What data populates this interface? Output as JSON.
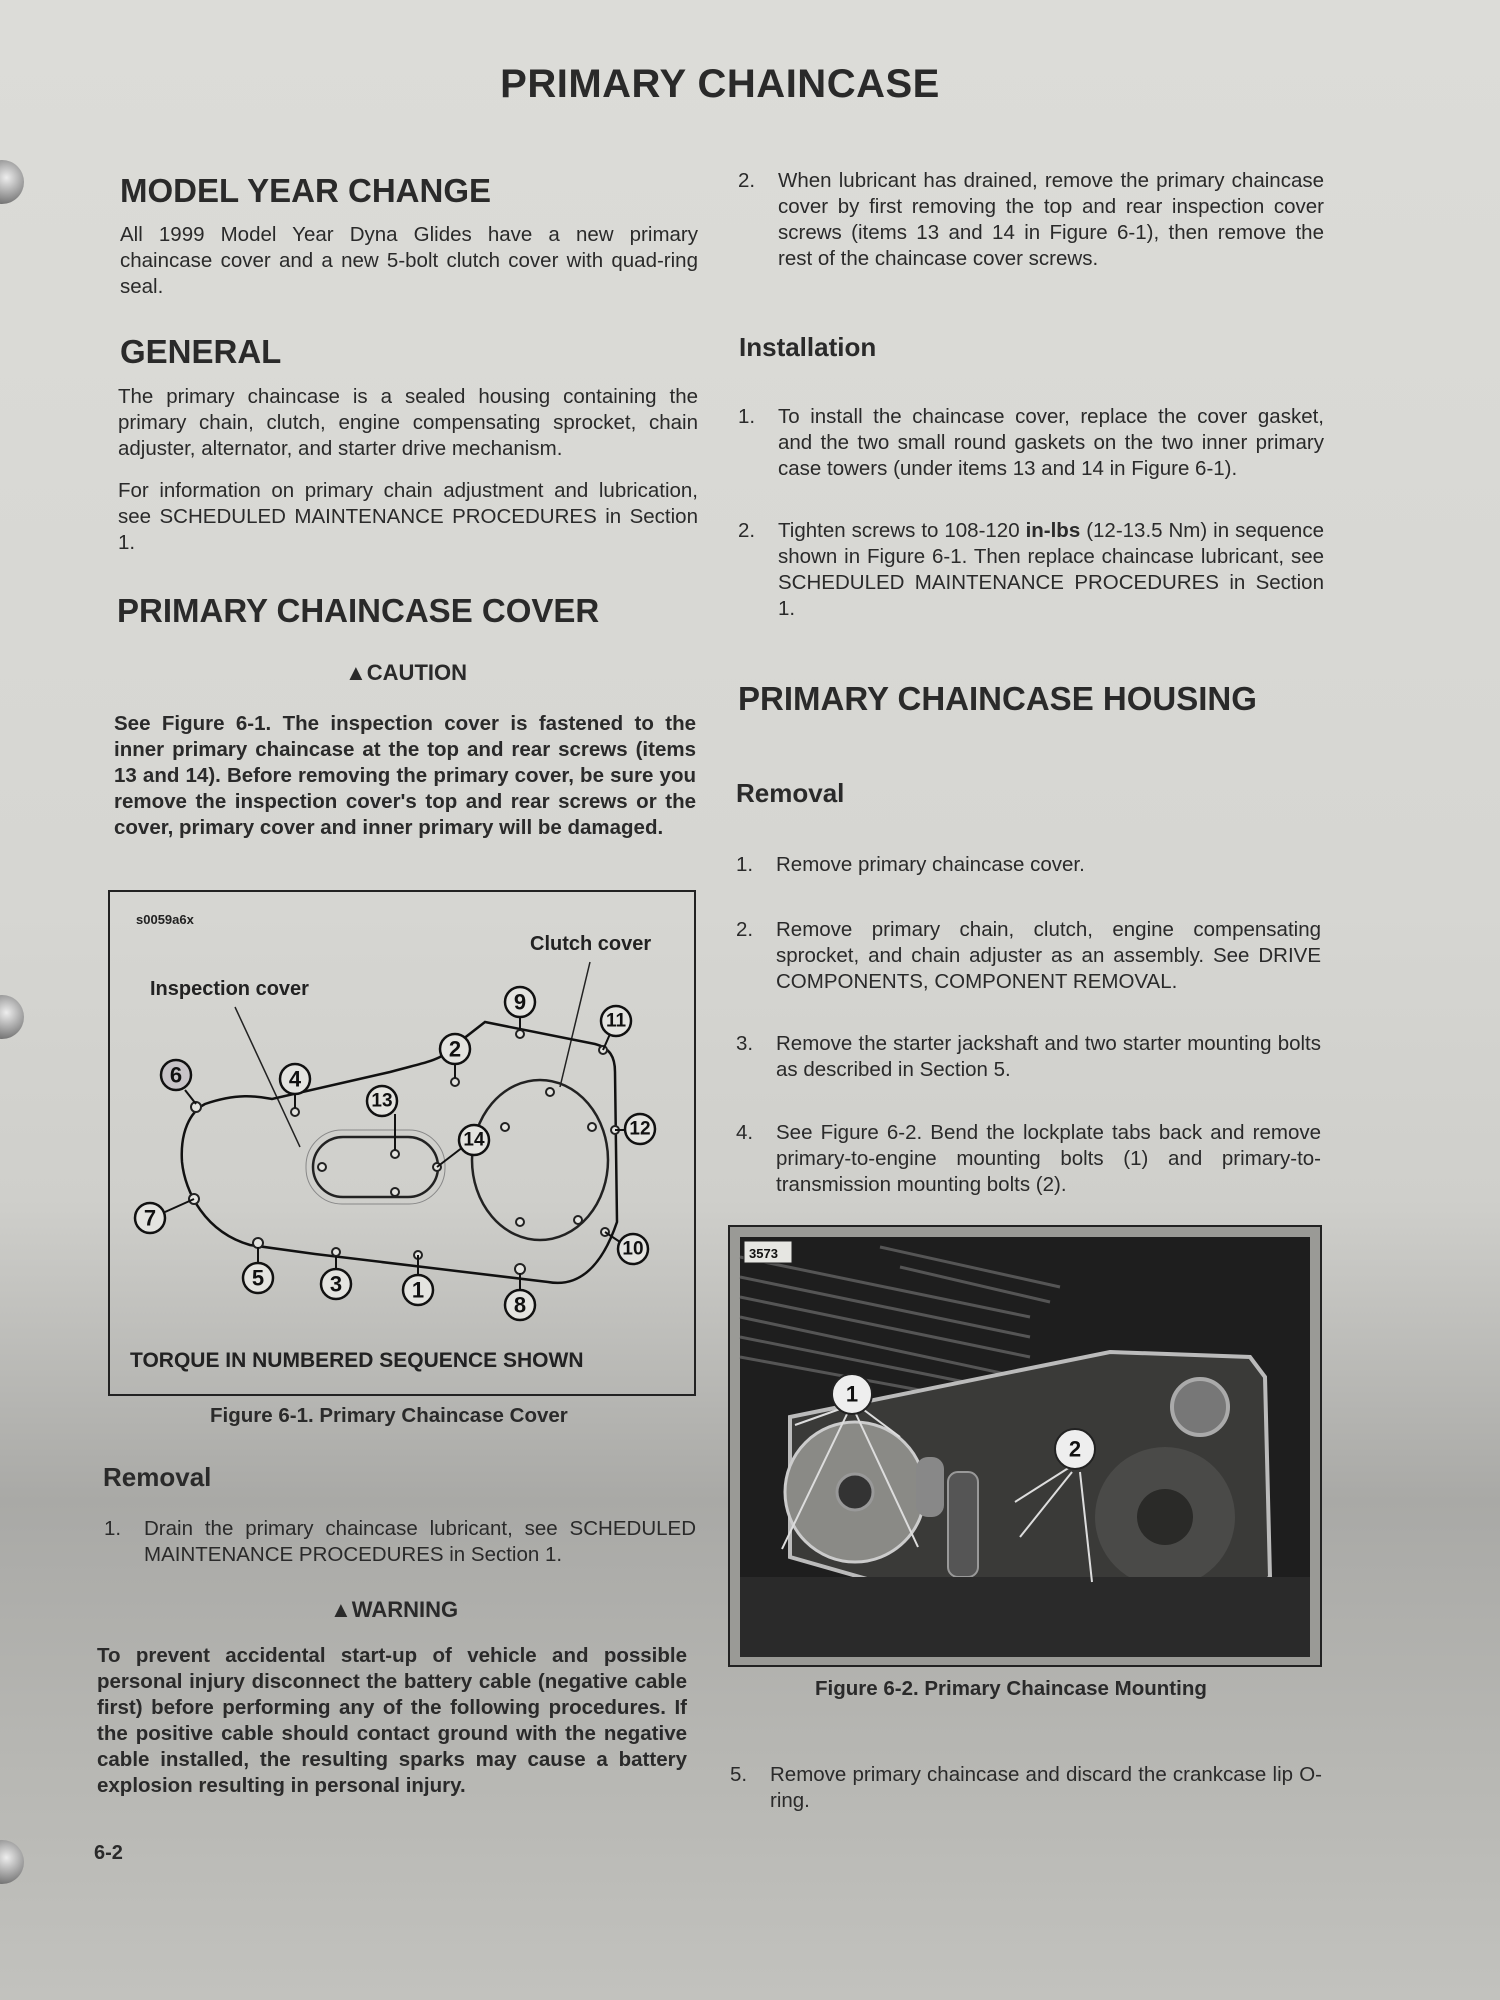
{
  "page_title": "PRIMARY CHAINCASE",
  "left": {
    "model_year_change": {
      "heading": "MODEL YEAR CHANGE",
      "text": "All 1999 Model Year Dyna Glides have a new primary chaincase cover and a new 5-bolt clutch cover with quad-ring seal."
    },
    "general": {
      "heading": "GENERAL",
      "text1": "The primary chaincase is a sealed housing containing the primary chain, clutch, engine compensating sprocket, chain adjuster, alternator, and starter drive mechanism.",
      "text2": "For information on primary chain adjustment and lubrication, see SCHEDULED MAINTENANCE PROCEDURES in Section 1."
    },
    "cover": {
      "heading": "PRIMARY CHAINCASE COVER",
      "caution_label": "CAUTION",
      "caution_text": "See Figure 6-1. The inspection cover is fastened to the inner primary chaincase at the top and rear screws (items 13 and 14). Before removing the primary cover, be sure you remove the inspection cover's top and rear screws or the cover, primary cover and inner primary will be damaged."
    },
    "figure1": {
      "code": "s0059a6x",
      "label_inspection": "Inspection cover",
      "label_clutch": "Clutch cover",
      "bolts": [
        "1",
        "2",
        "3",
        "4",
        "5",
        "6",
        "7",
        "8",
        "9",
        "10",
        "11",
        "12",
        "13",
        "14"
      ],
      "footer": "TORQUE IN NUMBERED SEQUENCE SHOWN",
      "caption": "Figure 6-1. Primary Chaincase Cover"
    },
    "removal": {
      "heading": "Removal",
      "steps": [
        {
          "n": "1.",
          "text": "Drain the primary chaincase lubricant, see SCHEDULED MAINTENANCE PROCEDURES in Section 1."
        }
      ],
      "warning_label": "WARNING",
      "warning_text": "To prevent accidental start-up of vehicle and possible personal injury disconnect the battery cable (negative cable first) before performing any of the following procedures. If the positive cable should contact ground with the negative cable installed, the resulting sparks may cause a battery explosion resulting in personal injury."
    },
    "page_number": "6-2"
  },
  "right": {
    "removal_cont": [
      {
        "n": "2.",
        "text": "When lubricant has drained, remove the primary chaincase cover by first removing the top and rear inspection cover screws (items 13 and 14 in Figure 6-1), then remove the rest of the chaincase cover screws."
      }
    ],
    "installation": {
      "heading": "Installation",
      "step1_n": "1.",
      "step1": "To install the chaincase cover, replace the cover gasket, and the two small round gaskets on the two inner primary case towers (under items 13 and 14 in Figure 6-1).",
      "step2_n": "2.",
      "step2_a": "Tighten screws to 108-120 ",
      "step2_b": "in-lbs",
      "step2_c": " (12-13.5 Nm) in sequence shown in Figure 6-1. Then replace chaincase lubricant, see SCHEDULED MAINTENANCE PROCEDURES in Section 1."
    },
    "housing": {
      "heading": "PRIMARY CHAINCASE HOUSING",
      "removal_heading": "Removal",
      "steps": [
        {
          "n": "1.",
          "text": "Remove primary chaincase cover."
        },
        {
          "n": "2.",
          "text": "Remove primary chain, clutch, engine compensating sprocket, and chain adjuster as an assembly. See DRIVE COMPONENTS, COMPONENT REMOVAL."
        },
        {
          "n": "3.",
          "text": "Remove the starter jackshaft and two starter mounting bolts as described in Section 5."
        },
        {
          "n": "4.",
          "text": "See Figure 6-2. Bend the lockplate tabs back and remove primary-to-engine mounting bolts (1) and primary-to-transmission mounting bolts (2)."
        }
      ],
      "step5_n": "5.",
      "step5": "Remove primary chaincase and discard the crankcase lip O-ring."
    },
    "figure2": {
      "code": "3573",
      "callout1": "1",
      "callout2": "2",
      "caption": "Figure 6-2. Primary Chaincase Mounting"
    }
  }
}
